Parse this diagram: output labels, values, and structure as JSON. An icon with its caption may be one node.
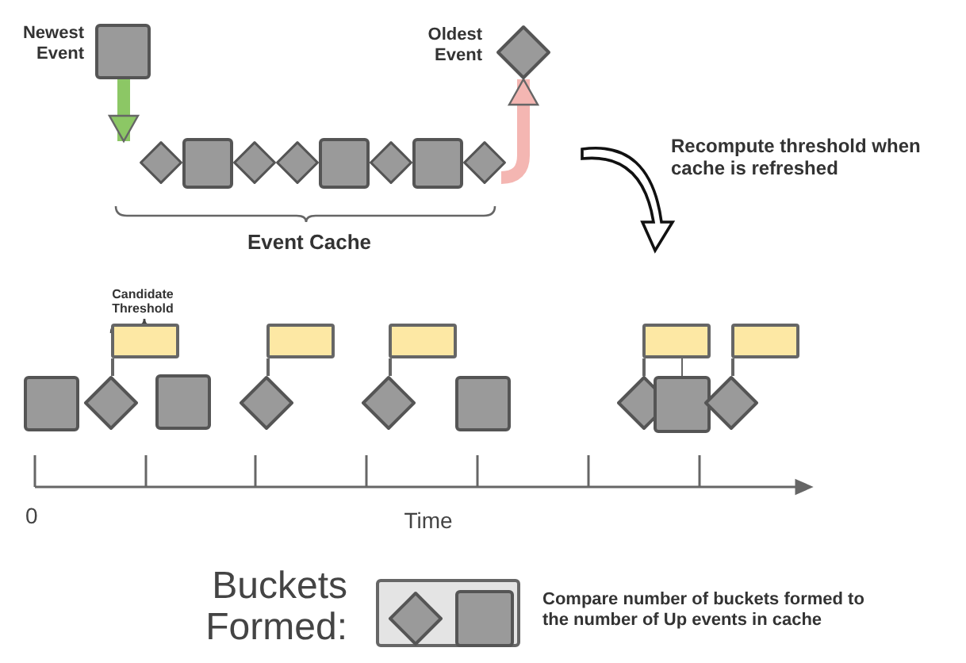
{
  "diagram": {
    "nodes": [
      {
        "text": [],
        "shape": "box",
        "beside": [
          "Newest Event"
        ]
      },
      {
        "text": [],
        "shape": "diamond",
        "beside": [
          "Oldest Event"
        ]
      },
      {
        "text": [],
        "shape": "diamond"
      },
      {
        "text": [],
        "shape": "box"
      },
      {
        "text": [],
        "shape": "diamond"
      },
      {
        "text": [],
        "shape": "diamond"
      },
      {
        "text": [],
        "shape": "box"
      },
      {
        "text": [],
        "shape": "diamond"
      },
      {
        "text": [],
        "shape": "box"
      },
      {
        "text": [],
        "shape": "diamond"
      },
      {
        "text": [],
        "shape": "bar",
        "beside": [
          "Candidate Threshold"
        ]
      },
      {
        "text": [],
        "shape": "bar"
      },
      {
        "text": [],
        "shape": "bar"
      },
      {
        "text": [],
        "shape": "bar"
      },
      {
        "text": [],
        "shape": "bar"
      },
      {
        "text": [],
        "shape": "box"
      },
      {
        "text": [],
        "shape": "diamond"
      },
      {
        "text": [],
        "shape": "box"
      },
      {
        "text": [],
        "shape": "diamond"
      },
      {
        "text": [],
        "shape": "diamond"
      },
      {
        "text": [],
        "shape": "box"
      },
      {
        "text": [],
        "shape": "diamond"
      },
      {
        "text": [],
        "shape": "box"
      },
      {
        "text": [],
        "shape": "diamond"
      },
      {
        "text": [],
        "shape": "box"
      },
      {
        "text": [],
        "shape": "diamond",
        "in": 24
      },
      {
        "text": [],
        "shape": "box",
        "in": 24
      }
    ],
    "edges": [
      {
        "from": 0,
        "to": 2,
        "arrow": "to",
        "style": "thick",
        "color": "#8cc765"
      },
      {
        "from": 9,
        "to": 1,
        "arrow": "to",
        "style": "thick",
        "color": "#f4b6b2"
      },
      {
        "from": 10,
        "to": 16,
        "arrow": "none"
      },
      {
        "from": 11,
        "to": 18,
        "arrow": "none"
      },
      {
        "from": 12,
        "to": 19,
        "arrow": "none"
      },
      {
        "from": 13,
        "to": 21,
        "arrow": "none"
      },
      {
        "from": 13,
        "to": 22,
        "arrow": "none"
      },
      {
        "from": 14,
        "to": 23,
        "arrow": "none"
      }
    ],
    "labels": [
      "Event Cache",
      "Recompute threshold when cache is refreshed",
      "0",
      "Time",
      "Buckets Formed:",
      "Compare number of buckets formed to the number of Up events in cache"
    ]
  }
}
